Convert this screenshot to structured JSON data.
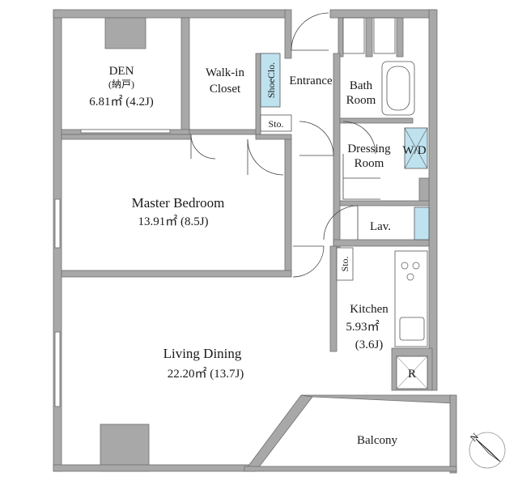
{
  "rooms": {
    "den": {
      "name": "DEN",
      "sub": "(納戸)",
      "area": "6.81㎡ (4.2J)"
    },
    "walkin": {
      "line1": "Walk-in",
      "line2": "Closet"
    },
    "shoe": {
      "label": "ShoeClo."
    },
    "sto_top": {
      "label": "Sto."
    },
    "entrance": {
      "label": "Entrance"
    },
    "bath": {
      "line1": "Bath",
      "line2": "Room"
    },
    "dressing": {
      "line1": "Dressing",
      "line2": "Room"
    },
    "wd": {
      "label": "W/D"
    },
    "master": {
      "name": "Master Bedroom",
      "area": "13.91㎡ (8.5J)"
    },
    "lav": {
      "label": "Lav."
    },
    "sto_kitchen": {
      "label": "Sto."
    },
    "kitchen": {
      "name": "Kitchen",
      "area": "5.93㎡",
      "jo": "(3.6J)"
    },
    "living": {
      "name": "Living Dining",
      "area": "22.20㎡ (13.7J)"
    },
    "fridge": {
      "label": "R"
    },
    "balcony": {
      "label": "Balcony"
    }
  },
  "compass": {
    "label": "N"
  },
  "colors": {
    "wall": "#a8a8a8",
    "wall_stroke": "#6e6e6e",
    "fixture": "#bfe2ef",
    "line": "#444444"
  }
}
